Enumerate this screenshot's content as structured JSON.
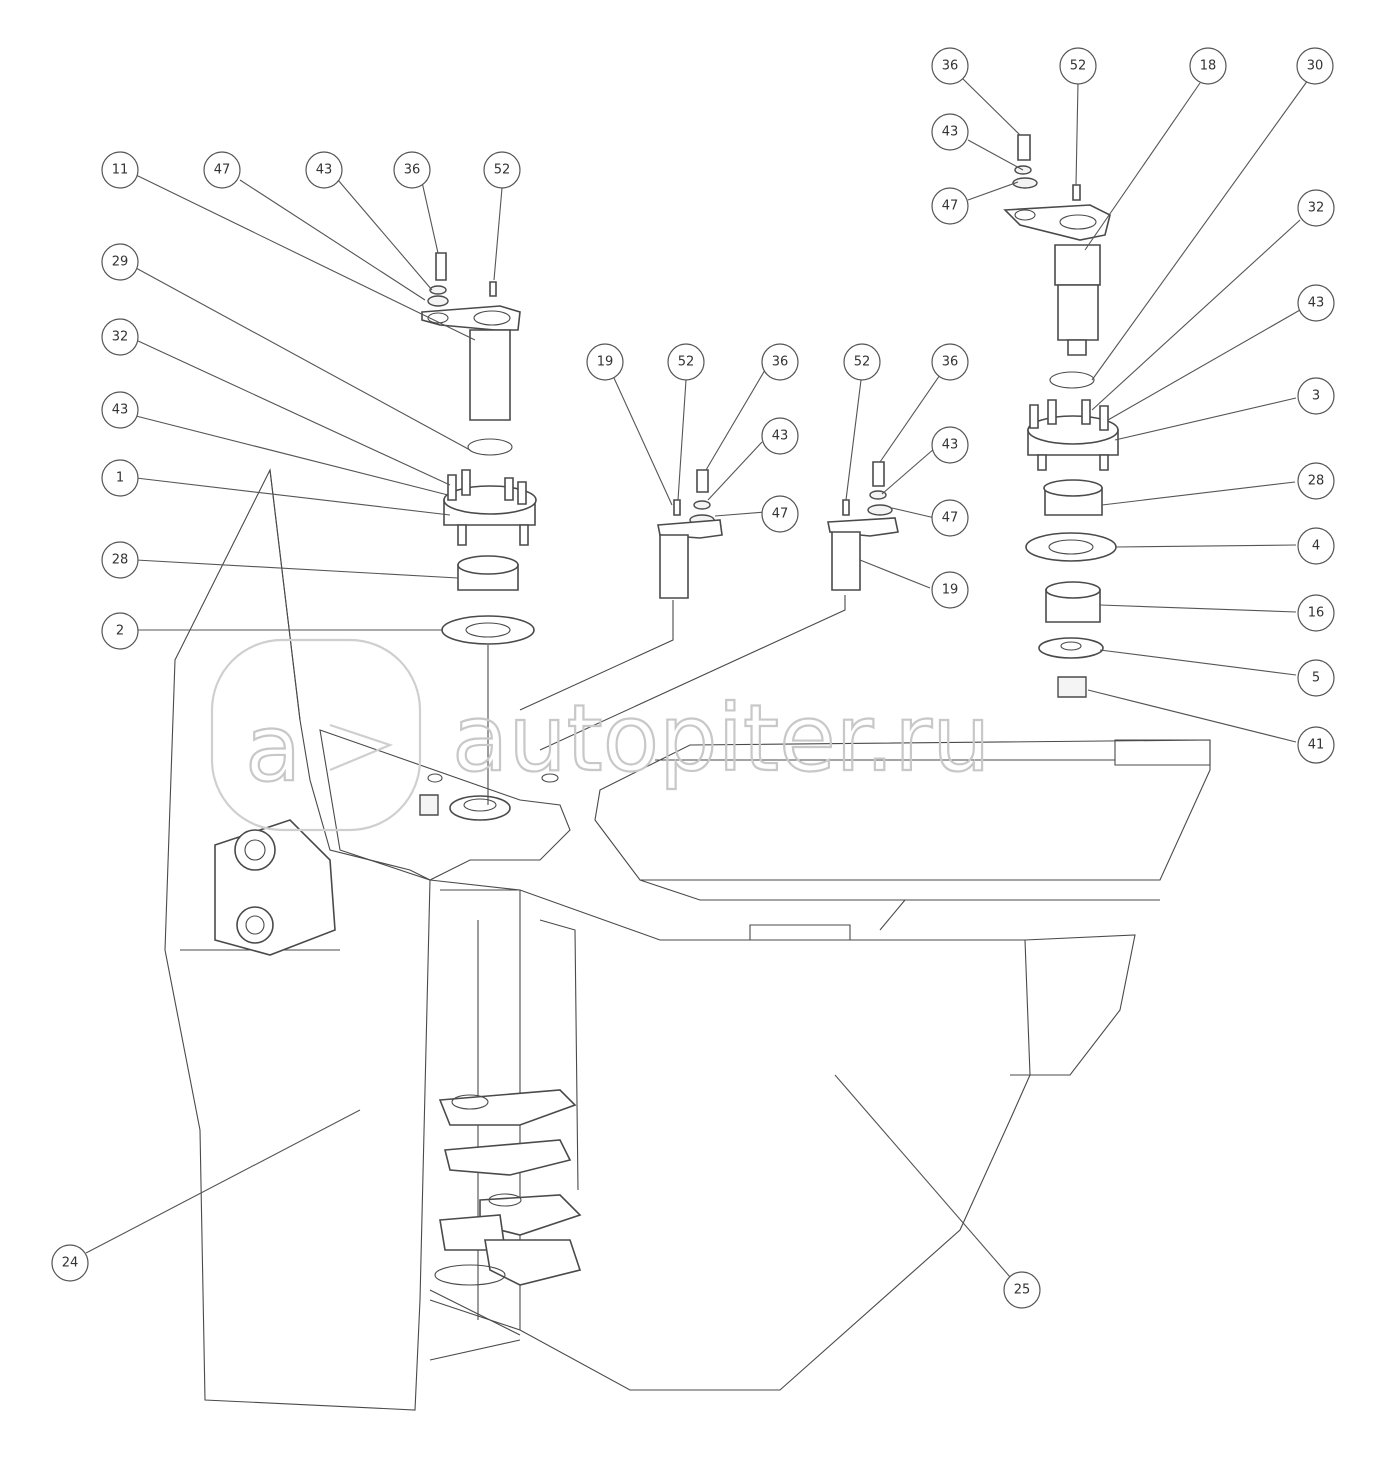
{
  "watermark": {
    "logo_letter": "a",
    "text": "autopiter.ru"
  },
  "callouts": [
    {
      "id": "c36a",
      "label": "36"
    },
    {
      "id": "c52a",
      "label": "52"
    },
    {
      "id": "c18",
      "label": "18"
    },
    {
      "id": "c30",
      "label": "30"
    },
    {
      "id": "c43a",
      "label": "43"
    },
    {
      "id": "c47a",
      "label": "47"
    },
    {
      "id": "c32a",
      "label": "32"
    },
    {
      "id": "c43b",
      "label": "43"
    },
    {
      "id": "c3",
      "label": "3"
    },
    {
      "id": "c28a",
      "label": "28"
    },
    {
      "id": "c4",
      "label": "4"
    },
    {
      "id": "c16",
      "label": "16"
    },
    {
      "id": "c5",
      "label": "5"
    },
    {
      "id": "c41",
      "label": "41"
    },
    {
      "id": "c11",
      "label": "11"
    },
    {
      "id": "c47b",
      "label": "47"
    },
    {
      "id": "c43c",
      "label": "43"
    },
    {
      "id": "c36b",
      "label": "36"
    },
    {
      "id": "c52b",
      "label": "52"
    },
    {
      "id": "c29",
      "label": "29"
    },
    {
      "id": "c32b",
      "label": "32"
    },
    {
      "id": "c43d",
      "label": "43"
    },
    {
      "id": "c1",
      "label": "1"
    },
    {
      "id": "c28b",
      "label": "28"
    },
    {
      "id": "c2",
      "label": "2"
    },
    {
      "id": "c19a",
      "label": "19"
    },
    {
      "id": "c52c",
      "label": "52"
    },
    {
      "id": "c36c",
      "label": "36"
    },
    {
      "id": "c43e",
      "label": "43"
    },
    {
      "id": "c47c",
      "label": "47"
    },
    {
      "id": "c52d",
      "label": "52"
    },
    {
      "id": "c36d",
      "label": "36"
    },
    {
      "id": "c43f",
      "label": "43"
    },
    {
      "id": "c47d",
      "label": "47"
    },
    {
      "id": "c19b",
      "label": "19"
    },
    {
      "id": "c24",
      "label": "24"
    },
    {
      "id": "c25",
      "label": "25"
    }
  ]
}
